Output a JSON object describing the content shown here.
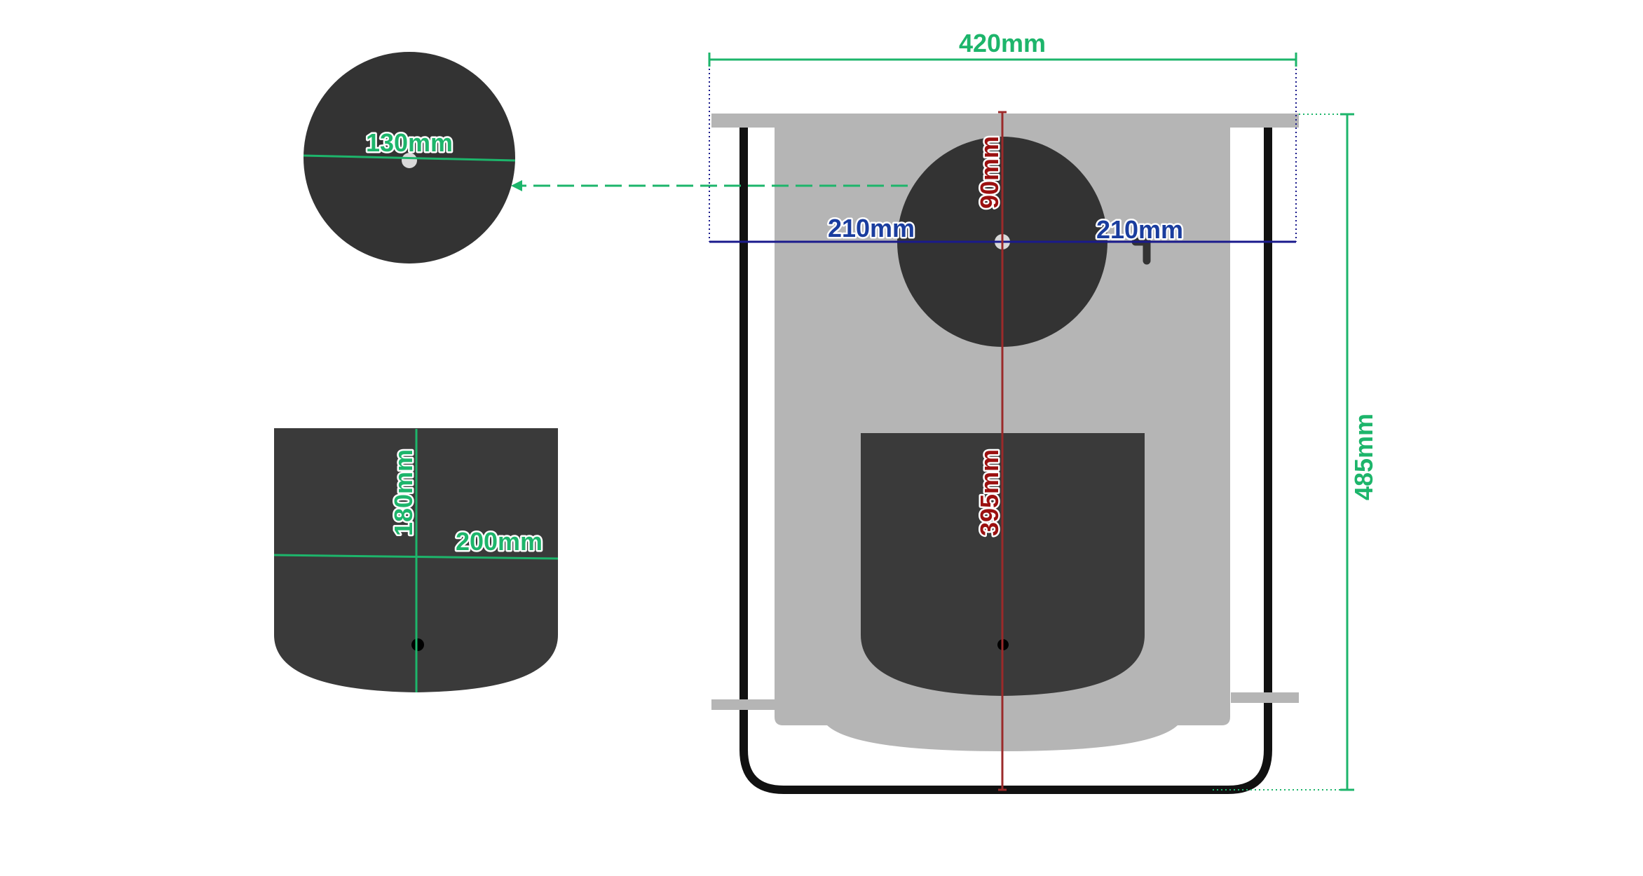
{
  "colors": {
    "green": "#1db56b",
    "blue": "#1a1a8c",
    "blue_text": "#1a3d9e",
    "red": "#9b2a2a",
    "red_text": "#9b1010",
    "panel": "#b5b5b5",
    "dark": "#333333",
    "dark2": "#3a3a3a",
    "frame": "#111111"
  },
  "dimensions": {
    "total_width": "420mm",
    "total_height": "485mm",
    "left_half": "210mm",
    "right_half": "210mm",
    "circle_offset": "90mm",
    "plate_height": "395mm",
    "circle_diameter": "130mm",
    "pocket_height": "180mm",
    "pocket_width": "200mm"
  }
}
